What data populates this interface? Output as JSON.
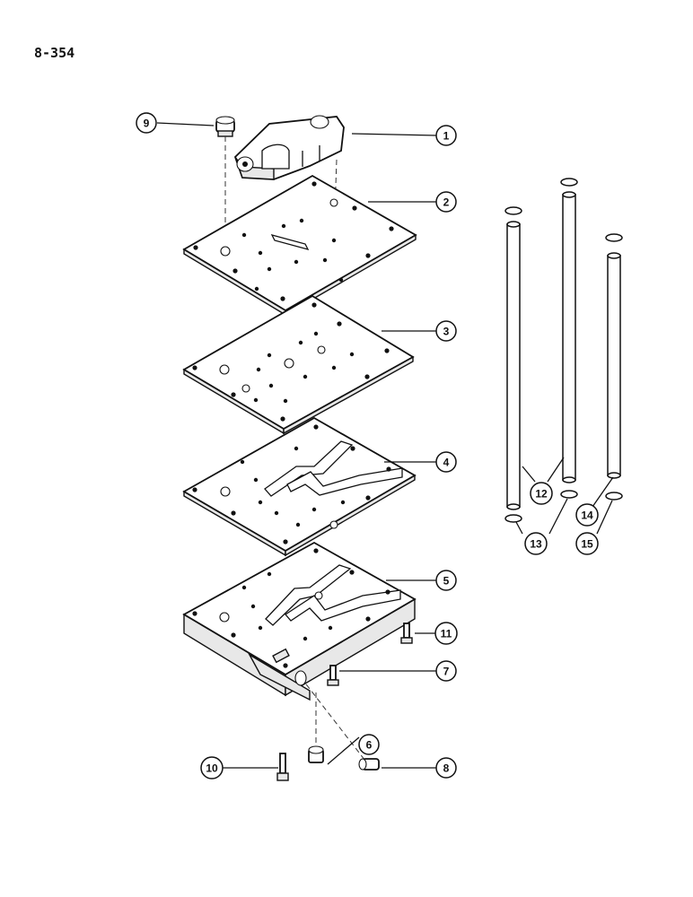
{
  "page": {
    "code": "8-354"
  },
  "callouts": [
    {
      "id": "1",
      "label": "1"
    },
    {
      "id": "2",
      "label": "2"
    },
    {
      "id": "3",
      "label": "3"
    },
    {
      "id": "4",
      "label": "4"
    },
    {
      "id": "5",
      "label": "5"
    },
    {
      "id": "6",
      "label": "6"
    },
    {
      "id": "7",
      "label": "7"
    },
    {
      "id": "8",
      "label": "8"
    },
    {
      "id": "9",
      "label": "9"
    },
    {
      "id": "10",
      "label": "10"
    },
    {
      "id": "11",
      "label": "11"
    },
    {
      "id": "12",
      "label": "12"
    },
    {
      "id": "13",
      "label": "13"
    },
    {
      "id": "14",
      "label": "14"
    },
    {
      "id": "15",
      "label": "15"
    }
  ]
}
